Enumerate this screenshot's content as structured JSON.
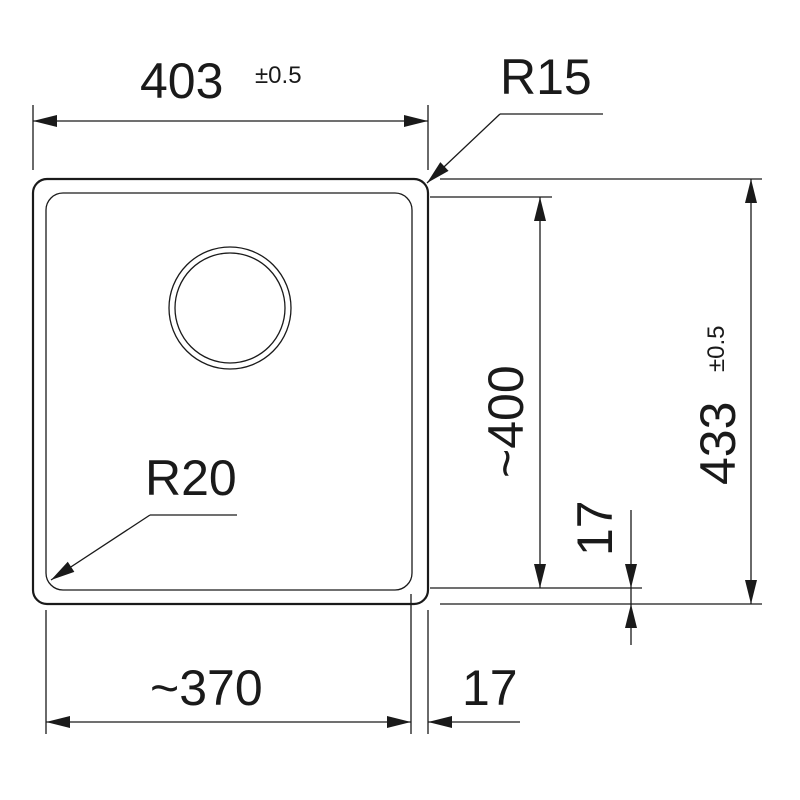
{
  "dimensions": {
    "width_outer": {
      "value": "403",
      "tolerance": "±0.5"
    },
    "corner_outer": {
      "label": "R15"
    },
    "corner_inner": {
      "label": "R20"
    },
    "height_inner": {
      "value": "~400"
    },
    "height_outer": {
      "value": "433",
      "tolerance": "±0.5"
    },
    "bottom_offset": {
      "value": "17"
    },
    "width_inner": {
      "value": "~370"
    },
    "side_offset": {
      "value": "17"
    }
  }
}
